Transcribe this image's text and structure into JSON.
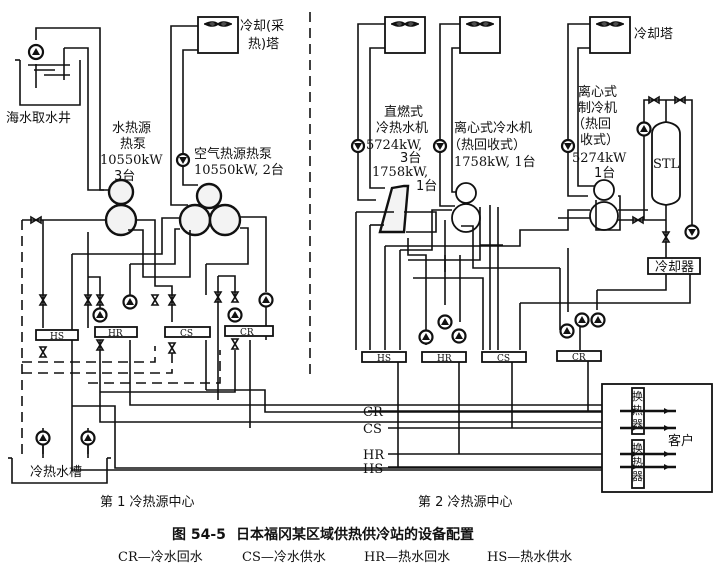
{
  "figure": {
    "number": "图 54-5",
    "title": "日本福冈某区域供热供冷站的设备配置",
    "legend": [
      "CR—冷水回水",
      "CS—冷水供水",
      "HR—热水回水",
      "HS—热水供水"
    ]
  },
  "center1": {
    "label": "第 1 冷热源中心",
    "seawater_well": "海水取水井",
    "cooling_tower": [
      "冷却(采",
      "热)塔"
    ],
    "water_source_hp": [
      "水热源",
      "热泵",
      "10550kW",
      "3台"
    ],
    "air_source_hp": [
      "空气热源热泵",
      "10550kW, 2台"
    ],
    "storage_tank": "冷热水槽",
    "headers": [
      "HS",
      "HR",
      "CS",
      "CR"
    ]
  },
  "center2": {
    "label": "第 2 冷热源中心",
    "cooling_tower": "冷却塔",
    "absorption_chiller": [
      "直燃式",
      "冷热水机",
      "5724kW,",
      "3台",
      "1758kW,",
      "1台"
    ],
    "centrifugal_chiller_hr": [
      "离心式冷水机",
      "（热回收式）",
      "1758kW, 1台"
    ],
    "centrifugal_refrigerator": [
      "离心式",
      "制冷机",
      "（热回",
      "收式）",
      "5274kW",
      "1台"
    ],
    "stl": "STL",
    "cooler": "冷却器",
    "headers": [
      "HS",
      "HR",
      "CS",
      "CR"
    ]
  },
  "pipes": [
    "CR",
    "CS",
    "HR",
    "HS"
  ],
  "customer": {
    "label": "客户",
    "heat_exchanger": [
      "换",
      "热",
      "器"
    ]
  }
}
